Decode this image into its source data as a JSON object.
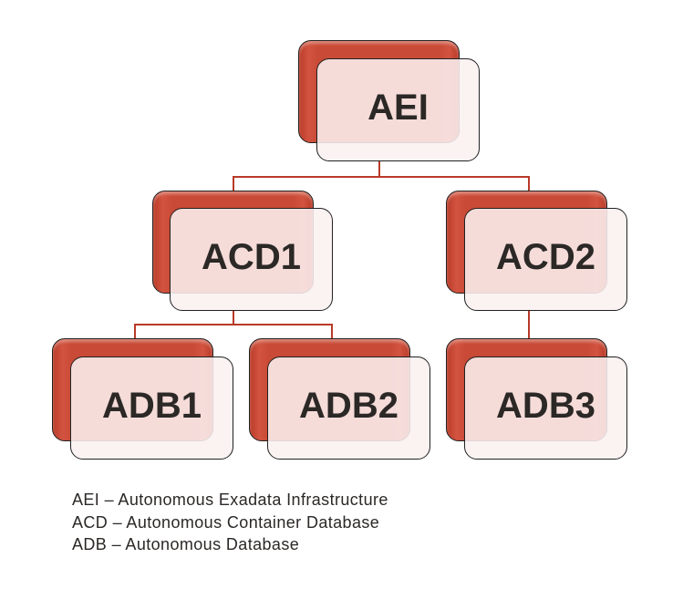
{
  "nodes": {
    "aei": "AEI",
    "acd1": "ACD1",
    "acd2": "ACD2",
    "adb1": "ADB1",
    "adb2": "ADB2",
    "adb3": "ADB3"
  },
  "legend": [
    "AEI – Autonomous Exadata Infrastructure",
    "ACD – Autonomous Container Database",
    "ADB – Autonomous Database"
  ],
  "colors": {
    "accent": "#c94a36",
    "card": "#f7eaea",
    "text": "#2b2826"
  }
}
